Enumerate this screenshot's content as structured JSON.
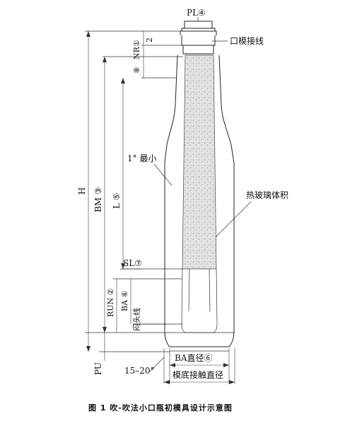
{
  "labels": {
    "pl": "PL④",
    "nr": "NR①",
    "two": "2",
    "eight": "⑧",
    "mold_seam": "口模接线",
    "angle_min": "1° 最小",
    "h": "H",
    "bm": "BM ③",
    "l": "L ⑤",
    "hot_glass": "热玻璃体积",
    "sl": "SL⑦",
    "run": "RUN ②",
    "ba_left": "BA ⑥",
    "head_line": "闷头线",
    "pu": "PU",
    "ba_dia": "BA直径⑥",
    "angle_range": "15–20°",
    "bottom_contact": "模底接触直径"
  },
  "caption": "图 1  吹-吹法小口瓶初模具设计示意图"
}
